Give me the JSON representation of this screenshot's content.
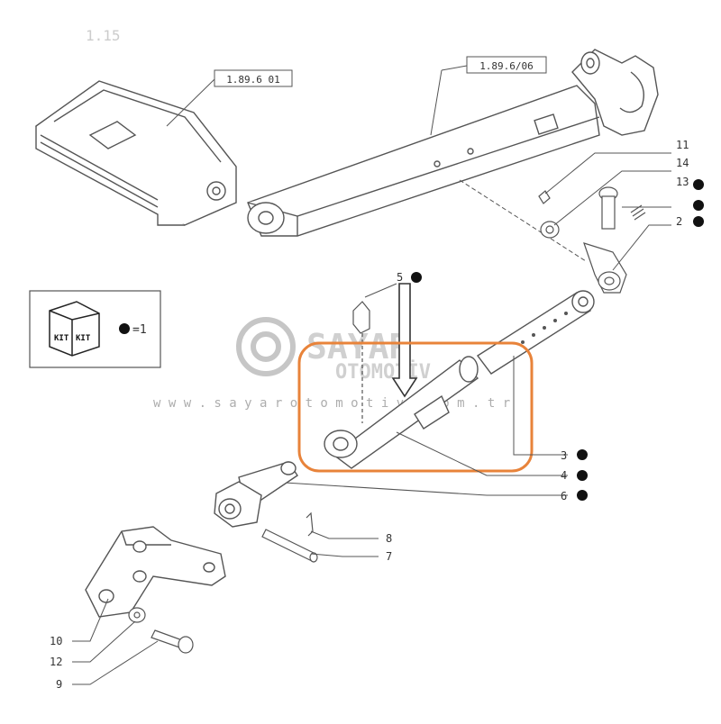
{
  "header": {
    "corner_code": "1.15"
  },
  "callouts": {
    "ref_a": "1.89.6 01",
    "ref_b": "1.89.6/06"
  },
  "kit_legend": {
    "equals_one": "=1",
    "kit_label_1": "KIT",
    "kit_label_2": "KIT"
  },
  "watermark": {
    "brand_top": "SAYAR",
    "brand_bottom": "OTOMOTİV",
    "url": "w w w . s a y a r o t o m o t i v . c o m . t r"
  },
  "part_labels": {
    "p11": "11",
    "p14": "14",
    "p13": "13",
    "p2a": "2",
    "p5": "5",
    "p3": "3",
    "p4": "4",
    "p6": "6",
    "p8": "8",
    "p7": "7",
    "p10": "10",
    "p12": "12",
    "p9": "9"
  },
  "colors": {
    "highlight": "#e8833a",
    "line": "#444444",
    "watermark": "#b8b8b8"
  }
}
